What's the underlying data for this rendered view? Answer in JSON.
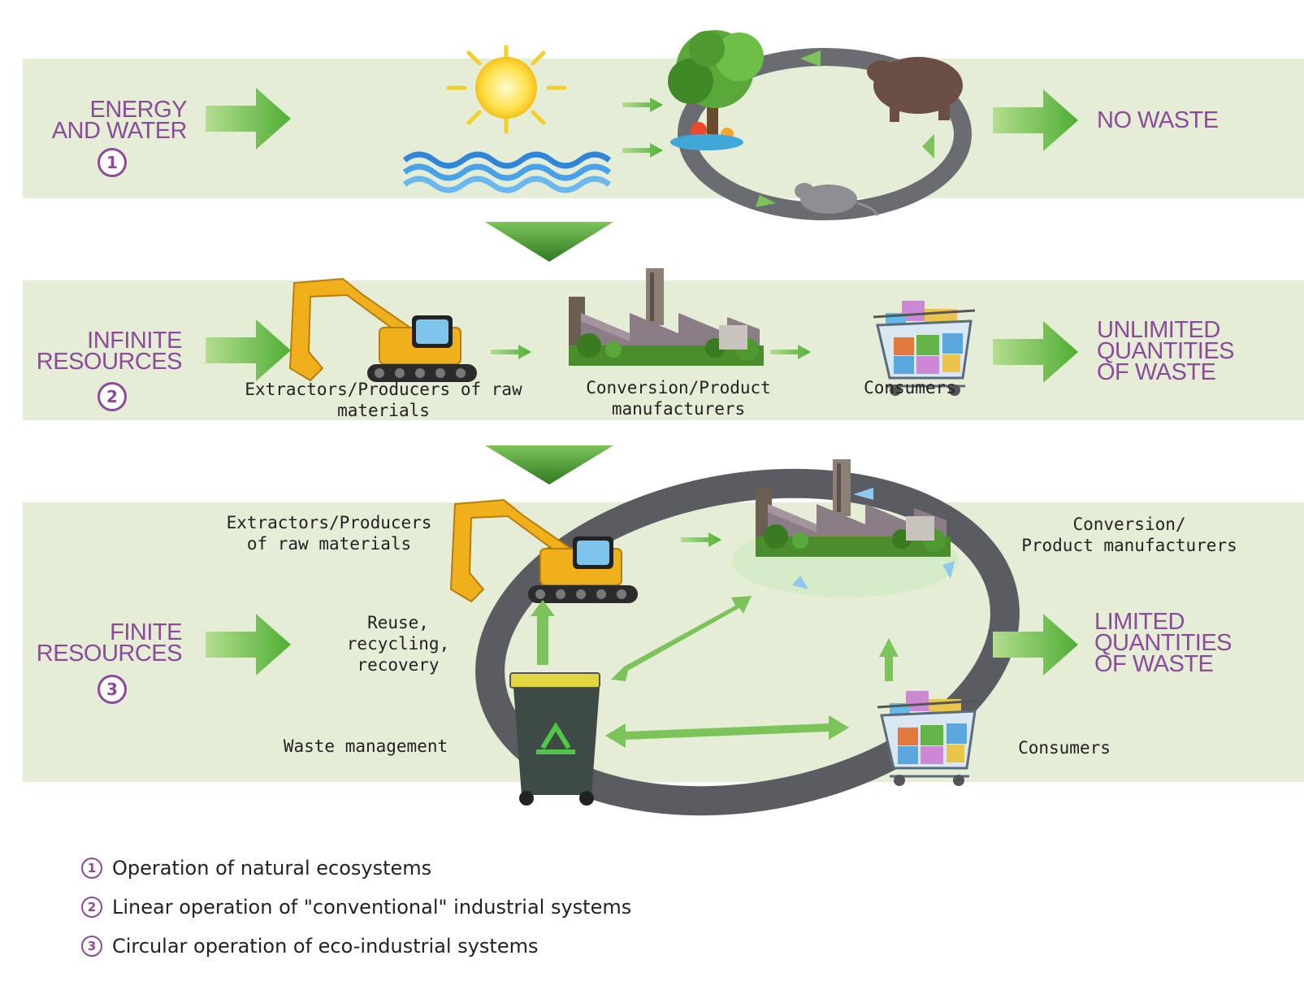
{
  "rows": [
    {
      "input_label": [
        "ENERGY",
        "AND WATER"
      ],
      "number": "1",
      "output_label": [
        "NO WASTE"
      ]
    },
    {
      "input_label": [
        "INFINITE",
        "RESOURCES"
      ],
      "number": "2",
      "output_label": [
        "UNLIMITED",
        "QUANTITIES",
        "OF WASTE"
      ],
      "captions": {
        "extractors": [
          "Extractors/Producers of raw",
          "materials"
        ],
        "conversion": [
          "Conversion/Product",
          "manufacturers"
        ],
        "consumers": [
          "Consumers"
        ]
      }
    },
    {
      "input_label": [
        "FINITE",
        "RESOURCES"
      ],
      "number": "3",
      "output_label": [
        "LIMITED",
        "QUANTITIES",
        "OF WASTE"
      ],
      "captions": {
        "extractors": [
          "Extractors/Producers",
          "of raw materials"
        ],
        "conversion": [
          "Conversion/",
          "Product manufacturers"
        ],
        "reuse": [
          "Reuse,",
          "recycling,",
          "recovery"
        ],
        "waste": [
          "Waste management"
        ],
        "consumers": [
          "Consumers"
        ]
      }
    }
  ],
  "legend": [
    {
      "number": "1",
      "text": "Operation of natural ecosystems"
    },
    {
      "number": "2",
      "text": "Linear operation of \"conventional\" industrial systems"
    },
    {
      "number": "3",
      "text": "Circular operation of eco-industrial systems"
    }
  ],
  "colors": {
    "band": "#e6edd7",
    "accent_purple": "#8a4b9a",
    "arrow_green": "#6fbf4a",
    "road_gray": "#5b5c61"
  }
}
